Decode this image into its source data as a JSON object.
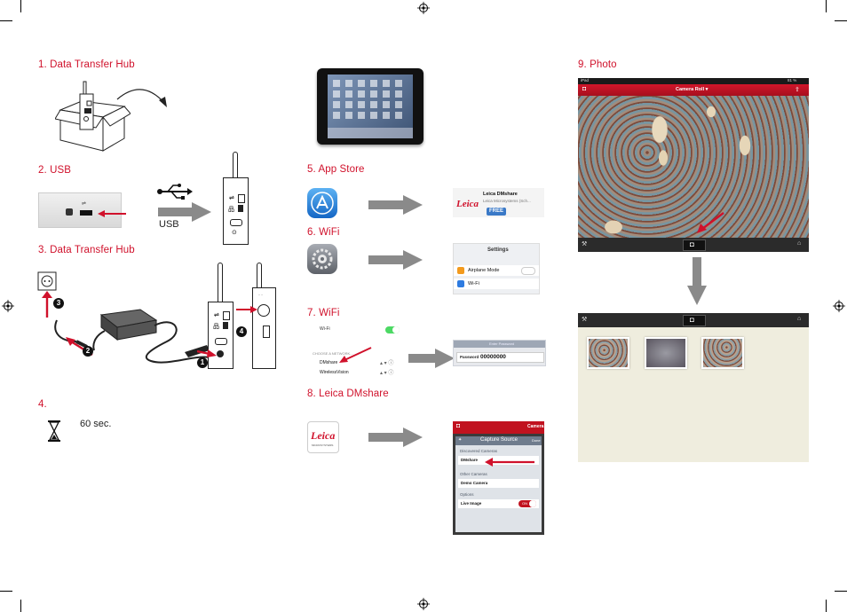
{
  "steps": {
    "s1": "1. Data Transfer Hub",
    "s2": "2. USB",
    "s2_usb_label": "USB",
    "s3": "3. Data Transfer Hub",
    "s4": "4.",
    "s4_time": "60 sec.",
    "s5": "5. App Store",
    "s6": "6. WiFi",
    "s7": "7. WiFi",
    "s8": "8. Leica DMshare",
    "s9": "9. Photo"
  },
  "badges": [
    "1",
    "2",
    "3",
    "4"
  ],
  "appstore_card": {
    "title": "Leica DMshare",
    "subtitle": "Leica Microsystems (Sch...",
    "brand": "Leica",
    "button": "FREE"
  },
  "settings_card": {
    "title": "Settings",
    "item1": "Airplane Mode",
    "item2": "Wi-Fi"
  },
  "wifi_card": {
    "wifi": "Wi-Fi",
    "choose": "CHOOSE A NETWORK...",
    "net1": "DMshare",
    "net2": "WirelessVision",
    "dialog_title": "Enter Password",
    "password_label": "Password",
    "password_value": "00000000"
  },
  "dmshare_icon": {
    "brand": "Leica",
    "sub": "MICROSYSTEMS"
  },
  "capture_card": {
    "topbar": "Camera",
    "title": "Capture Source",
    "done": "Done",
    "sec1": "Discovered Cameras",
    "item1": "DMshare",
    "sec2": "Other Cameras",
    "item2": "Demo Camera",
    "sec3": "Options",
    "item3": "Live Image",
    "toggle": "ON"
  },
  "photo_screen": {
    "status_left": "iPad",
    "status_right": "81 %",
    "nav_title": "Camera Roll ▾"
  },
  "colors": {
    "accent": "#d0112b",
    "arrow": "#8a8a8a",
    "toolbar": "#2b2b2b"
  }
}
